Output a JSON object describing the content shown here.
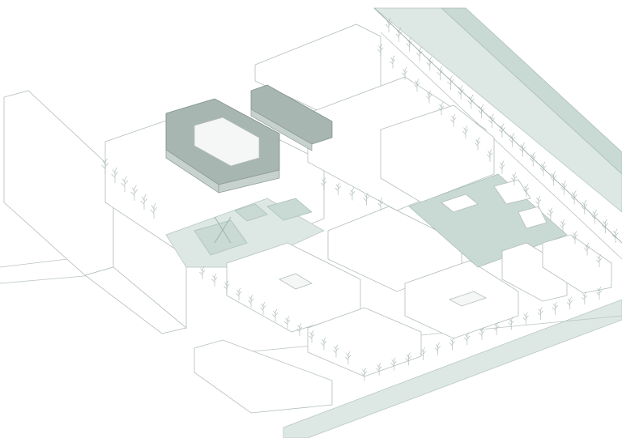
{
  "figure": {
    "kind": "isometric urban site axonometric",
    "palette": {
      "background": "#ffffff",
      "line": "#b3bfbb",
      "green_surface": "#dde7e3",
      "green_dark": "#c9d9d4",
      "accent_building": "#a8b6b2"
    },
    "elements": [
      "ghost-massing-blocks",
      "courtyard-building",
      "row-building",
      "central-plaza",
      "green-park",
      "tree-lined-boulevard",
      "street-trees"
    ]
  }
}
